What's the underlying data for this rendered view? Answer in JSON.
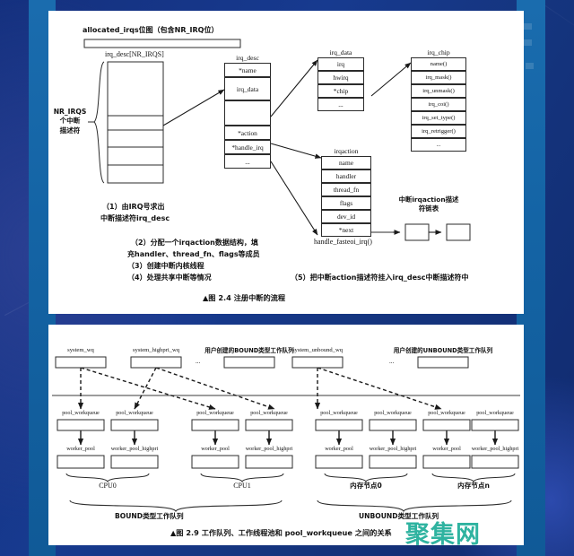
{
  "page": {
    "background_color": "#15357f",
    "band_color": "#1464a5",
    "sheet_color": "#ffffff"
  },
  "watermark": {
    "text": "聚集网",
    "color": "#2fb3a0"
  },
  "figure_1": {
    "caption": "▲图 2.4   注册中断的流程",
    "bitmap_label": "allocated_irqs位图（包含NR_IRQ位）",
    "array_label": "irq_desc[NR_IRQS]",
    "array_brace_label_lines": [
      "NR_IRQS",
      "个中断",
      "描述符"
    ],
    "structs": [
      {
        "name": "irq_desc",
        "fields": [
          "*name",
          "irq_data",
          "*action",
          "*handle_irq",
          "..."
        ]
      },
      {
        "name": "irq_data",
        "fields": [
          "irq",
          "hwirq",
          "*chip",
          "..."
        ]
      },
      {
        "name": "irq_chip",
        "fields": [
          "name()",
          "irq_mask()",
          "irq_unmask()",
          "irq_coi()",
          "irq_set_type()",
          "irq_retrigger()",
          "..."
        ]
      },
      {
        "name": "irqaction",
        "fields": [
          "name",
          "handler",
          "thread_fn",
          "flags",
          "dev_id",
          "*next"
        ]
      }
    ],
    "chain_label_lines": [
      "中断irqaction描述",
      "符链表"
    ],
    "handler_label": "handle_fasteoi_irq()",
    "steps": [
      "（1）由IRQ号求出",
      "中断描述符irq_desc",
      "（2）分配一个irqaction数据结构，填",
      "充handler、thread_fn、flags等成员",
      "（3）创建中断内核线程",
      "（4）处理共享中断等情况",
      "（5）把中断action描述符挂入irq_desc中断描述符中"
    ]
  },
  "figure_2": {
    "caption": "▲图 2.9   工作队列、工作线程池和 pool_workqueue 之间的关系",
    "workqueues": [
      {
        "label": "system_wq"
      },
      {
        "label": "system_highpri_wq"
      },
      {
        "label": "用户创建的BOUND类型工作队列",
        "ellipsis": "..."
      },
      {
        "label": "system_unbound_wq"
      },
      {
        "label": "用户创建的UNBOUND类型工作队列",
        "ellipsis": "..."
      }
    ],
    "pool_workqueue_label": "pool_workqueue",
    "pool_workqueue_count": 8,
    "worker_pool_labels": [
      "worker_pool",
      "worker_pool_highpri",
      "worker_pool",
      "worker_pool_highpri",
      "worker_pool",
      "worker_pool_highpri",
      "worker_pool",
      "worker_pool_highpri"
    ],
    "group_labels": [
      "CPU0",
      "CPU1",
      "内存节点0",
      "内存节点n"
    ],
    "bottom_group_labels": [
      "BOUND类型工作队列",
      "UNBOUND类型工作队列"
    ]
  }
}
